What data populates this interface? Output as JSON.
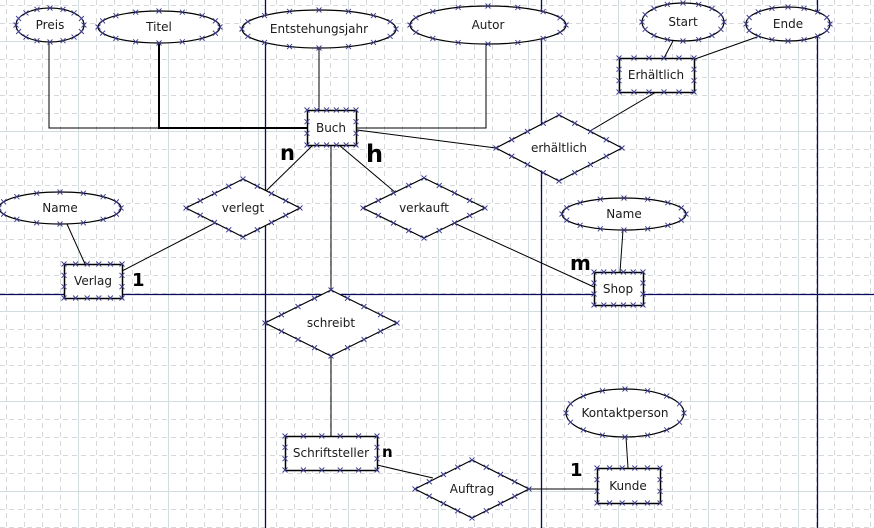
{
  "diagram": {
    "type": "entity-relationship",
    "colors": {
      "background": "#ffffff",
      "grid_minor": "#d5d9dc",
      "grid_major": "#d3dde0",
      "page_break": "#0b0b5e",
      "shape_stroke": "#000000",
      "handle": "#3b3b8f"
    },
    "entities": [
      {
        "id": "buch",
        "label": "Buch"
      },
      {
        "id": "verlag",
        "label": "Verlag"
      },
      {
        "id": "shop",
        "label": "Shop"
      },
      {
        "id": "schriftsteller",
        "label": "Schriftsteller"
      },
      {
        "id": "kunde",
        "label": "Kunde"
      },
      {
        "id": "erhaeltlich_entity",
        "label": "Erhältlich"
      }
    ],
    "relationships": [
      {
        "id": "verlegt",
        "label": "verlegt"
      },
      {
        "id": "verkauft",
        "label": "verkauft"
      },
      {
        "id": "erhaeltlich_rel",
        "label": "erhältlich"
      },
      {
        "id": "schreibt",
        "label": "schreibt"
      },
      {
        "id": "auftrag",
        "label": "Auftrag"
      }
    ],
    "attributes": [
      {
        "id": "preis",
        "label": "Preis",
        "of": "buch"
      },
      {
        "id": "titel",
        "label": "Titel",
        "of": "buch"
      },
      {
        "id": "entstehungsjahr",
        "label": "Entstehungsjahr",
        "of": "buch"
      },
      {
        "id": "autor",
        "label": "Autor",
        "of": "buch"
      },
      {
        "id": "verlag_name",
        "label": "Name",
        "of": "verlag"
      },
      {
        "id": "shop_name",
        "label": "Name",
        "of": "shop"
      },
      {
        "id": "start",
        "label": "Start",
        "of": "erhaeltlich_entity"
      },
      {
        "id": "ende",
        "label": "Ende",
        "of": "erhaeltlich_entity"
      },
      {
        "id": "kontaktperson",
        "label": "Kontaktperson",
        "of": "kunde"
      }
    ],
    "cardinalities": [
      {
        "id": "buch_verlegt",
        "label": "n"
      },
      {
        "id": "buch_verkauft",
        "label": "h"
      },
      {
        "id": "verlag_verlegt",
        "label": "1"
      },
      {
        "id": "shop_verkauft",
        "label": "m"
      },
      {
        "id": "schriftsteller_auftrag",
        "label": "n"
      },
      {
        "id": "kunde_auftrag",
        "label": "1"
      }
    ]
  }
}
